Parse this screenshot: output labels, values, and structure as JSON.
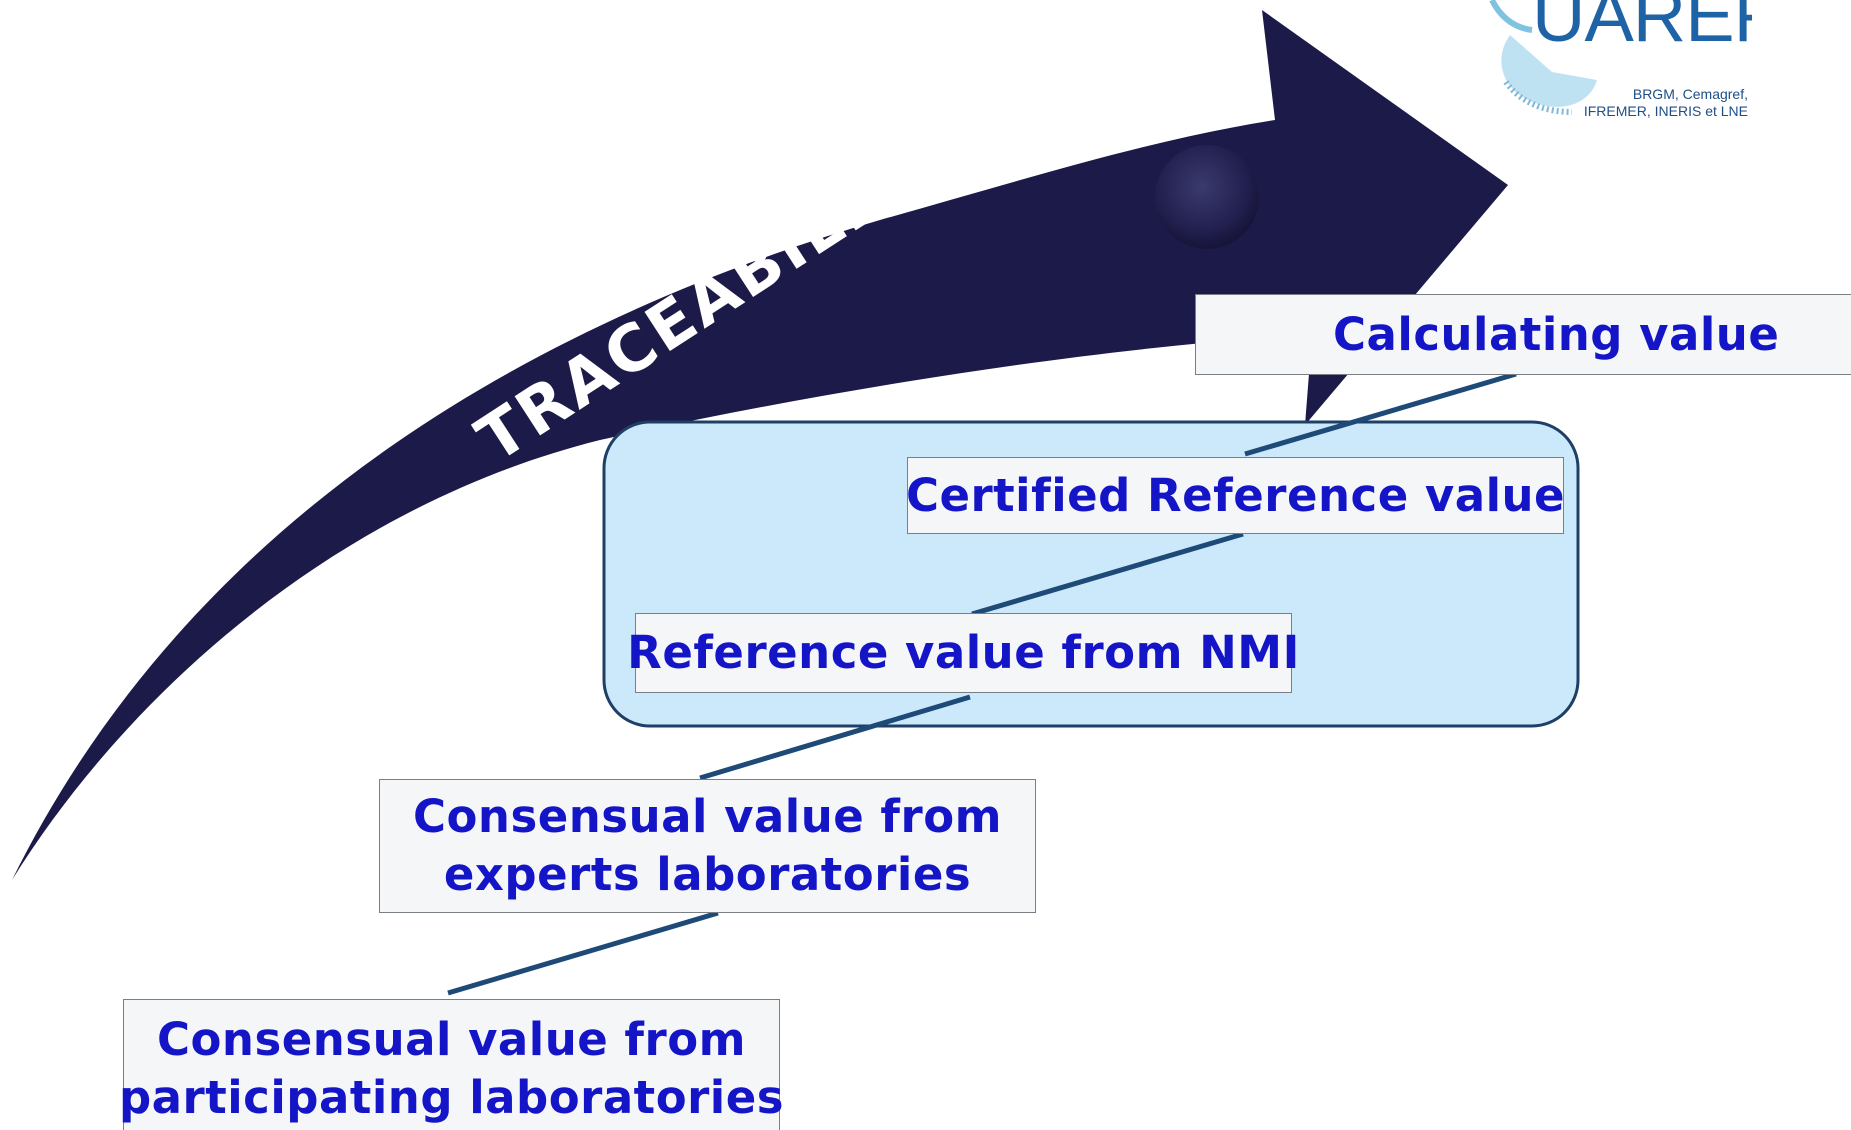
{
  "arrow": {
    "label": "TRACEABILITY",
    "color": "#1c1a48"
  },
  "logo": {
    "word": "UAREF",
    "subtitle_line1": "BRGM, Cemagref,",
    "subtitle_line2": "IFREMER, INERIS et LNE",
    "color": "#1e63a6"
  },
  "highlight_region": {
    "fill": "#cce9fb",
    "border": "#1e3f66"
  },
  "steps": [
    {
      "id": "calculating",
      "lines": [
        "Calculating value"
      ]
    },
    {
      "id": "certified",
      "lines": [
        "Certified Reference value"
      ]
    },
    {
      "id": "nmi",
      "lines": [
        "Reference value from NMI"
      ]
    },
    {
      "id": "experts",
      "lines": [
        "Consensual value from",
        "experts laboratories"
      ]
    },
    {
      "id": "participating",
      "lines": [
        "Consensual value from",
        "participating laboratories"
      ]
    }
  ],
  "colors": {
    "text": "#1515c8",
    "connector": "#1e4a78",
    "box_fill": "#f5f6f7"
  }
}
